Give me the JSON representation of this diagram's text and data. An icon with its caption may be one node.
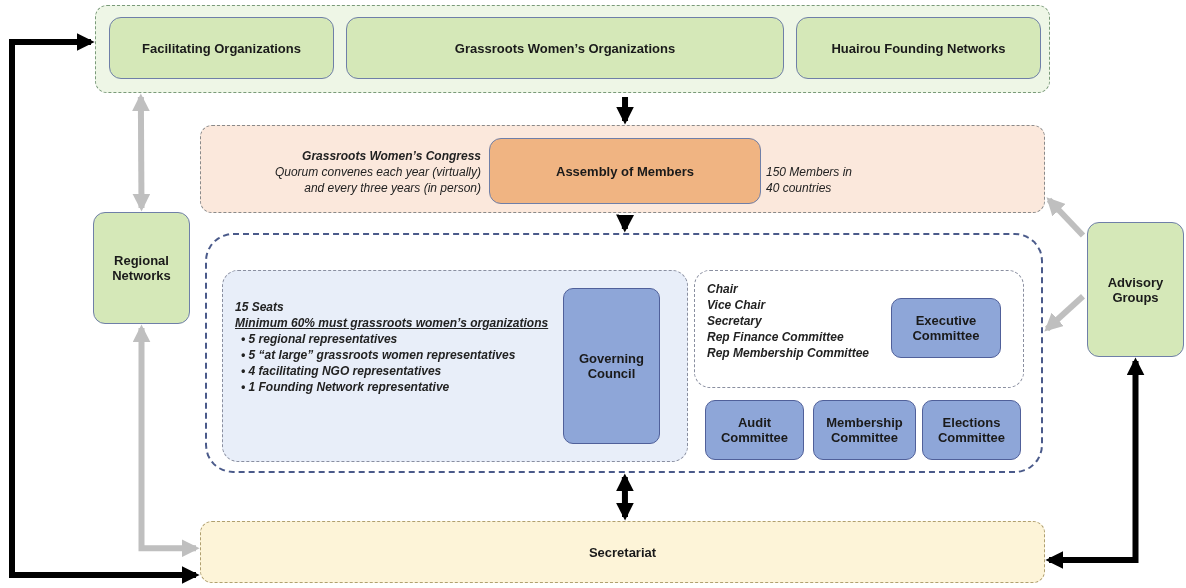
{
  "diagram": {
    "nodes": [
      {
        "text": [],
        "shape": "box"
      },
      {
        "text": [
          "Facilitating Organizations"
        ],
        "in": 0
      },
      {
        "text": [
          "Grassroots Women’s Organizations"
        ],
        "in": 0
      },
      {
        "text": [
          "Huairou Founding Networks"
        ],
        "in": 0
      },
      {
        "text": [
          "Grassroots Women’s Congress",
          "Quorum convenes each year (virtually) and every three years (in person)",
          "150 Members in 40 countries"
        ]
      },
      {
        "text": [
          "Assembly of Members"
        ],
        "in": 4
      },
      {
        "text": [],
        "shape": "box"
      },
      {
        "text": [
          "15 Seats",
          "Minimum 60% must grassroots women’s organizations",
          "• 5 regional representatives",
          "• 5 “at large” grassroots women representatives",
          "• 4 facilitating NGO representatives",
          "• 1 Founding Network representative"
        ],
        "in": 6
      },
      {
        "text": [
          "Governing Council"
        ],
        "in": 7
      },
      {
        "text": [
          "Chair",
          "Vice Chair",
          "Secretary",
          "Rep Finance Committee",
          "Rep Membership Committee"
        ],
        "in": 6
      },
      {
        "text": [
          "Executive Committee"
        ],
        "in": 9
      },
      {
        "text": [
          "Audit Committee"
        ],
        "in": 6
      },
      {
        "text": [
          "Membership Committee"
        ],
        "in": 6
      },
      {
        "text": [
          "Elections Committee"
        ],
        "in": 6
      },
      {
        "text": [
          "Regional Networks"
        ]
      },
      {
        "text": [
          "Advisory Groups"
        ]
      },
      {
        "text": [
          "Secretariat"
        ]
      }
    ],
    "edges": [
      {
        "from": 0,
        "to": 4,
        "arrow": "to"
      },
      {
        "from": 4,
        "to": 6,
        "arrow": "to"
      },
      {
        "from": 6,
        "to": 16,
        "arrow": "both"
      },
      {
        "from": 16,
        "to": 0,
        "arrow": "both"
      },
      {
        "from": 15,
        "to": 16,
        "arrow": "both"
      },
      {
        "from": 0,
        "to": 14,
        "arrow": "both",
        "color": "#bfbfbf"
      },
      {
        "from": 14,
        "to": 16,
        "arrow": "both",
        "color": "#bfbfbf"
      },
      {
        "from": 15,
        "to": 4,
        "arrow": "to",
        "color": "#bfbfbf"
      },
      {
        "from": 15,
        "to": 6,
        "arrow": "to",
        "color": "#bfbfbf"
      }
    ]
  }
}
